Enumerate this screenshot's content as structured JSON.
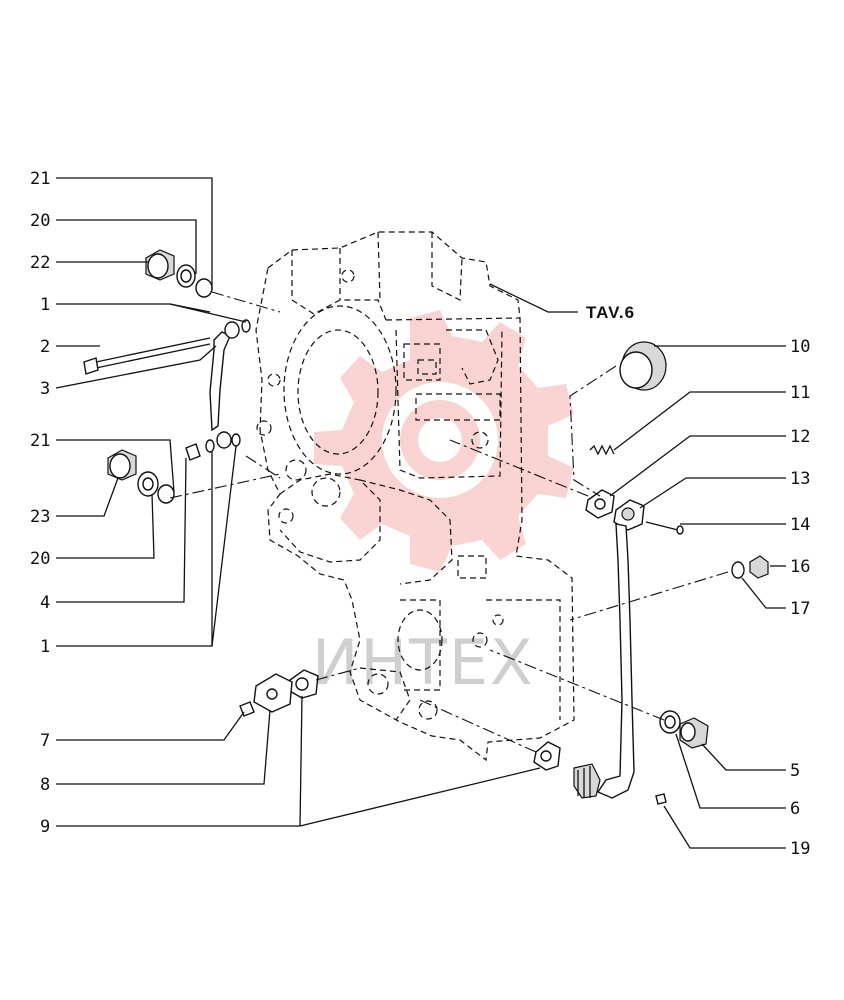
{
  "figure": {
    "reference_label": "TAV.6",
    "watermark_text": "ИНТЕХ",
    "watermark_color": "#e53935"
  },
  "callouts": [
    {
      "id": "c21a",
      "text": "21"
    },
    {
      "id": "c20a",
      "text": "20"
    },
    {
      "id": "c22",
      "text": "22"
    },
    {
      "id": "c1a",
      "text": "1"
    },
    {
      "id": "c2",
      "text": "2"
    },
    {
      "id": "c3",
      "text": "3"
    },
    {
      "id": "c21b",
      "text": "21"
    },
    {
      "id": "c23",
      "text": "23"
    },
    {
      "id": "c20b",
      "text": "20"
    },
    {
      "id": "c4",
      "text": "4"
    },
    {
      "id": "c1b",
      "text": "1"
    },
    {
      "id": "c7",
      "text": "7"
    },
    {
      "id": "c8",
      "text": "8"
    },
    {
      "id": "c9",
      "text": "9"
    },
    {
      "id": "c10",
      "text": "10"
    },
    {
      "id": "c11",
      "text": "11"
    },
    {
      "id": "c12",
      "text": "12"
    },
    {
      "id": "c13",
      "text": "13"
    },
    {
      "id": "c14",
      "text": "14"
    },
    {
      "id": "c16",
      "text": "16"
    },
    {
      "id": "c17",
      "text": "17"
    },
    {
      "id": "c5",
      "text": "5"
    },
    {
      "id": "c6",
      "text": "6"
    },
    {
      "id": "c19",
      "text": "19"
    }
  ]
}
